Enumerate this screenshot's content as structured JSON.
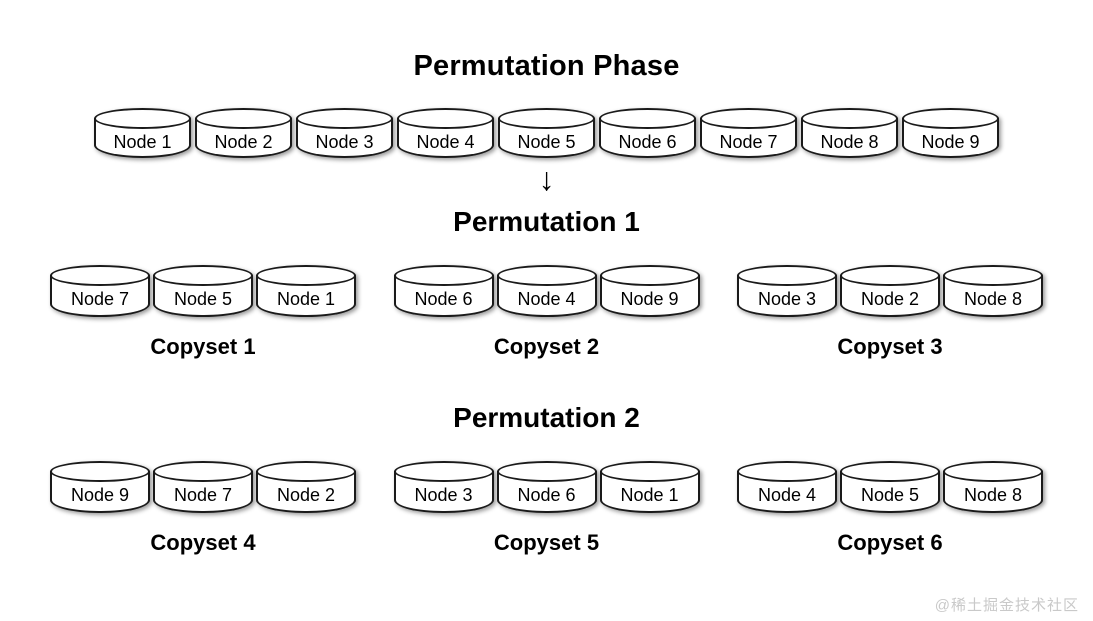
{
  "title": "Permutation Phase",
  "arrow_glyph": "↓",
  "permutation_phase": {
    "nodes": [
      "Node 1",
      "Node 2",
      "Node 3",
      "Node 4",
      "Node 5",
      "Node 6",
      "Node 7",
      "Node 8",
      "Node 9"
    ]
  },
  "permutations": [
    {
      "title": "Permutation 1",
      "copysets": [
        {
          "label": "Copyset 1",
          "nodes": [
            "Node 7",
            "Node 5",
            "Node 1"
          ]
        },
        {
          "label": "Copyset 2",
          "nodes": [
            "Node 6",
            "Node 4",
            "Node 9"
          ]
        },
        {
          "label": "Copyset 3",
          "nodes": [
            "Node 3",
            "Node 2",
            "Node 8"
          ]
        }
      ]
    },
    {
      "title": "Permutation 2",
      "copysets": [
        {
          "label": "Copyset 4",
          "nodes": [
            "Node 9",
            "Node 7",
            "Node 2"
          ]
        },
        {
          "label": "Copyset 5",
          "nodes": [
            "Node 3",
            "Node 6",
            "Node 1"
          ]
        },
        {
          "label": "Copyset 6",
          "nodes": [
            "Node 4",
            "Node 5",
            "Node 8"
          ]
        }
      ]
    }
  ],
  "watermark": "@稀土掘金技术社区",
  "colors": {
    "stroke": "#1a1a1a",
    "fill": "#ffffff",
    "text": "#000000",
    "watermark": "#c9c9c9",
    "background": "#ffffff"
  }
}
